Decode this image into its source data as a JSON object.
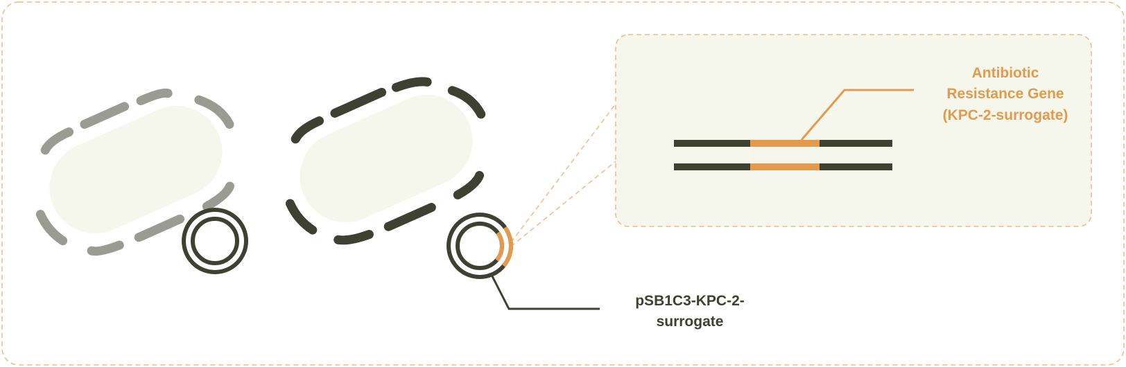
{
  "labels": {
    "gene_line1": "Antibiotic",
    "gene_line2": "Resistance Gene",
    "gene_line3": "(KPC-2-surrogate)",
    "plasmid_line1": "pSB1C3-KPC-2-",
    "plasmid_line2": "surrogate"
  },
  "colors": {
    "accent": "#E39A4C",
    "dark": "#3E4131",
    "muted": "#9A9C93",
    "cell_fill": "#F5F7EC",
    "panel_fill": "#F5F7EC"
  }
}
